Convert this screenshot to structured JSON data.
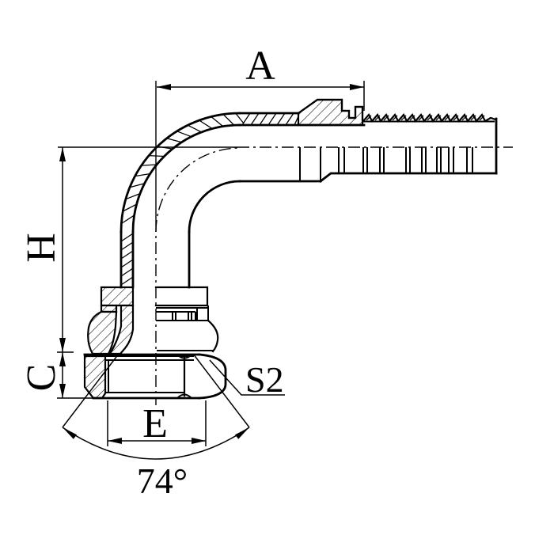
{
  "drawing": {
    "labels": {
      "dim_a": "A",
      "dim_h": "H",
      "dim_c": "C",
      "dim_e": "E",
      "hex_size": "S2",
      "seat_angle": "74°"
    },
    "colors": {
      "ink": "#000000",
      "paper": "#ffffff"
    }
  }
}
